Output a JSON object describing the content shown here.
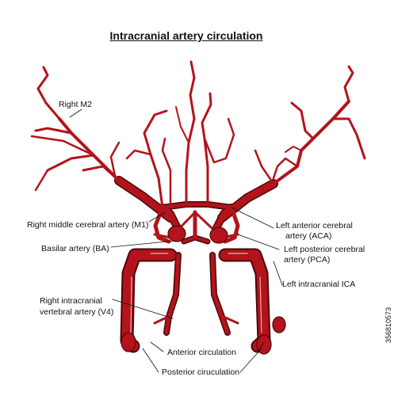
{
  "title": "Intracranial artery circulation",
  "labels": {
    "right_m2": "Right M2",
    "right_m1": "Right middle cerebral artery (M1)",
    "basilar": "Basilar artery (BA)",
    "right_v4_line1": "Right intracranial",
    "right_v4_line2": "vertebral artery (V4)",
    "left_aca_line1": "Left anterior cerebral",
    "left_aca_line2": "artery (ACA)",
    "left_pca_line1": "Left posterior cerebral",
    "left_pca_line2": "artery (PCA)",
    "left_ica": "Left intracranial ICA",
    "anterior": "Anterior circulation",
    "posterior": "Posterior ciruculation"
  },
  "stock_id": "356810573",
  "colors": {
    "vessel": "#b3131b",
    "vessel_dark": "#5a0a0c",
    "highlight": "#ffd6d6"
  }
}
